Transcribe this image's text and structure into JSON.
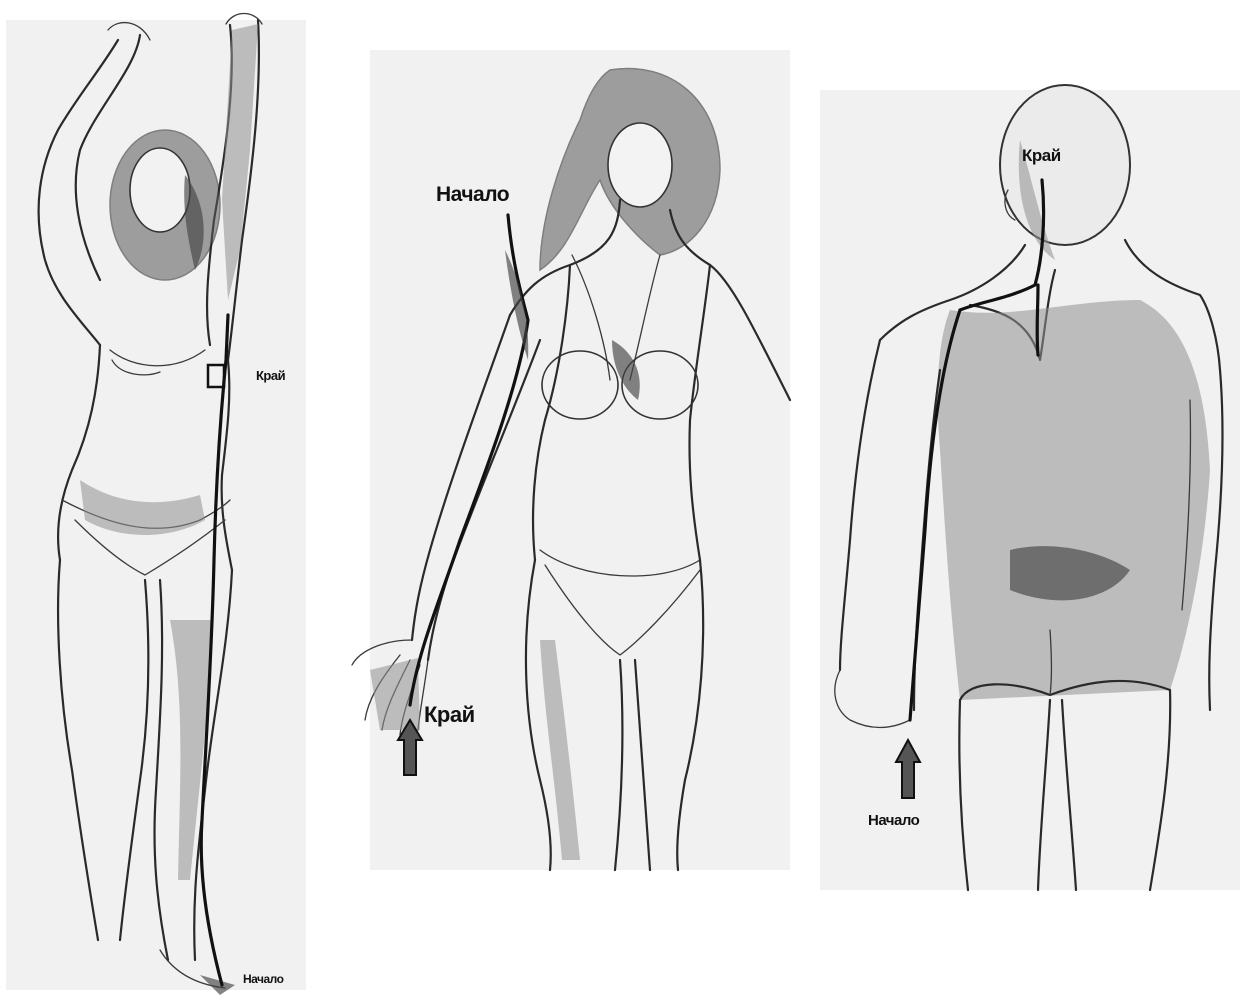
{
  "figures": [
    {
      "id": "left-figure",
      "start_label": "Начало",
      "end_label": "Край"
    },
    {
      "id": "middle-figure",
      "start_label": "Начало",
      "end_label": "Край"
    },
    {
      "id": "right-figure",
      "start_label": "Начало",
      "end_label": "Край"
    }
  ]
}
